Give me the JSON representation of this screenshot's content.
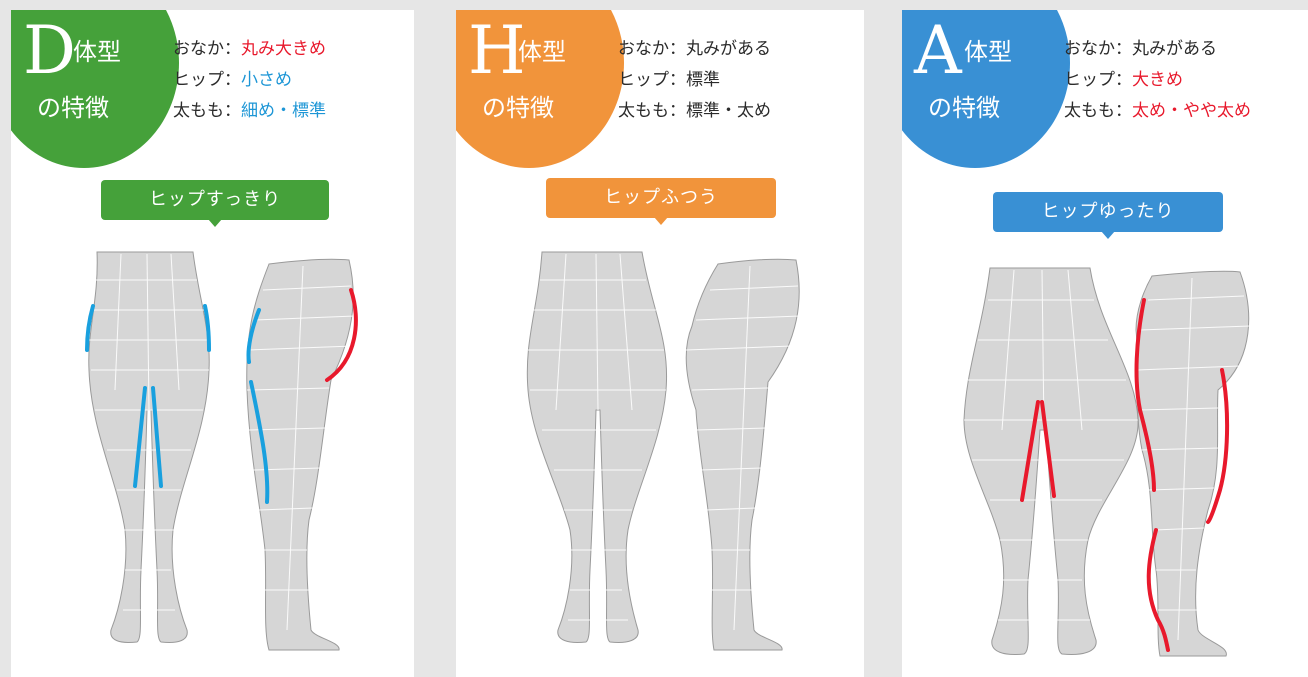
{
  "cards": [
    {
      "letter": "D",
      "line1": "体型",
      "line2": "の特徴",
      "features": [
        {
          "label": "おなか：",
          "value": "丸み大きめ"
        },
        {
          "label": "ヒップ：",
          "value": "小さめ"
        },
        {
          "label": "太もも：",
          "value": "細め・標準"
        }
      ],
      "tag": "ヒップすっきり",
      "accent": "#45a13a"
    },
    {
      "letter": "H",
      "line1": "体型",
      "line2": "の特徴",
      "features": [
        {
          "label": "おなか：",
          "value": "丸みがある"
        },
        {
          "label": "ヒップ：",
          "value": "標準"
        },
        {
          "label": "太もも：",
          "value": "標準・太め"
        }
      ],
      "tag": "ヒップふつう",
      "accent": "#f1943b"
    },
    {
      "letter": "A",
      "line1": "体型",
      "line2": "の特徴",
      "features": [
        {
          "label": "おなか：",
          "value": "丸みがある"
        },
        {
          "label": "ヒップ：",
          "value": "大きめ"
        },
        {
          "label": "太もも：",
          "value": "太め・やや太め"
        }
      ],
      "tag": "ヒップゆったり",
      "accent": "#3990d4"
    }
  ],
  "colors": {
    "highlight_red": "#e8192c",
    "highlight_blue": "#1d96d6",
    "text": "#2b2b2b"
  }
}
